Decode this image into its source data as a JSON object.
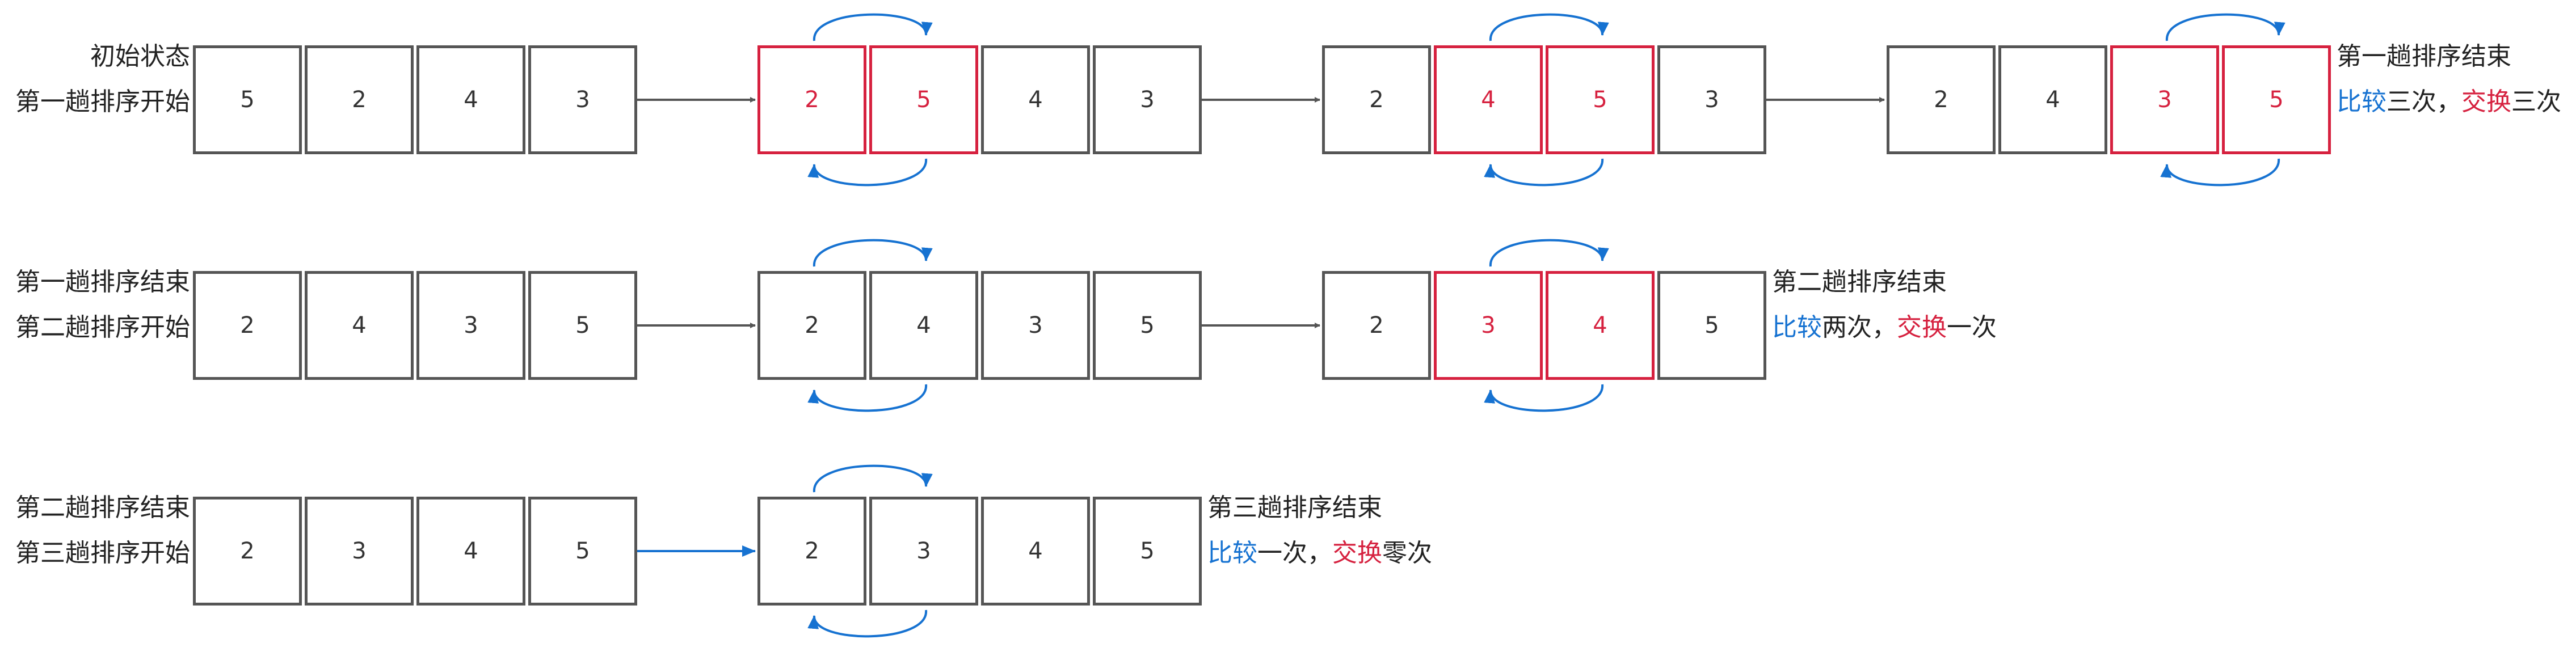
{
  "colors": {
    "box_border": "#555555",
    "highlight": "#d6213f",
    "swap_arrow": "#1672d1",
    "flow_arrow": "#555555"
  },
  "passes": [
    {
      "start_label": [
        "初始状态",
        "第一趟排序开始"
      ],
      "steps": [
        {
          "values": [
            "5",
            "2",
            "4",
            "3"
          ],
          "highlight": []
        },
        {
          "values": [
            "2",
            "5",
            "4",
            "3"
          ],
          "highlight": [
            0,
            1
          ],
          "compare": 0
        },
        {
          "values": [
            "2",
            "4",
            "5",
            "3"
          ],
          "highlight": [
            1,
            2
          ],
          "compare": 1
        },
        {
          "values": [
            "2",
            "4",
            "3",
            "5"
          ],
          "highlight": [
            2,
            3
          ],
          "compare": 2
        }
      ],
      "end_label": "第一趟排序结束",
      "summary": {
        "compare_word": "比较",
        "compare_count": "三次，",
        "swap_word": "交换",
        "swap_count": "三次"
      }
    },
    {
      "start_label": [
        "第一趟排序结束",
        "第二趟排序开始"
      ],
      "steps": [
        {
          "values": [
            "2",
            "4",
            "3",
            "5"
          ],
          "highlight": []
        },
        {
          "values": [
            "2",
            "4",
            "3",
            "5"
          ],
          "highlight": [],
          "compare": 0
        },
        {
          "values": [
            "2",
            "3",
            "4",
            "5"
          ],
          "highlight": [
            1,
            2
          ],
          "compare": 1
        }
      ],
      "end_label": "第二趟排序结束",
      "summary": {
        "compare_word": "比较",
        "compare_count": "两次，",
        "swap_word": "交换",
        "swap_count": "一次"
      }
    },
    {
      "start_label": [
        "第二趟排序结束",
        "第三趟排序开始"
      ],
      "steps": [
        {
          "values": [
            "2",
            "3",
            "4",
            "5"
          ],
          "highlight": []
        },
        {
          "values": [
            "2",
            "3",
            "4",
            "5"
          ],
          "highlight": [],
          "compare": 0
        }
      ],
      "end_label": "第三趟排序结束",
      "summary": {
        "compare_word": "比较",
        "compare_count": "一次，",
        "swap_word": "交换",
        "swap_count": "零次"
      }
    }
  ]
}
